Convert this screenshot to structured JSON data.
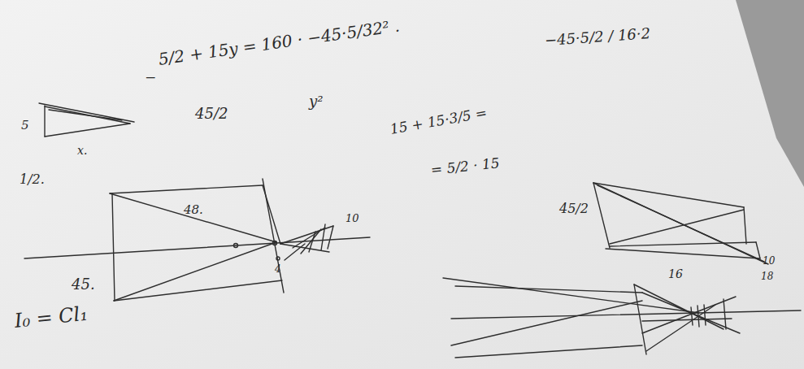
{
  "diagram": {
    "labels": [
      "−",
      "5/2 + 15y = 160 · −45·5/32² .",
      "−45·5/2 / 16·2",
      "45/2",
      "y²",
      "15 + 15·3/5 =",
      "= 5/2 · 15",
      "5",
      "x.",
      "1/2.",
      "48.",
      "45.",
      "10",
      "4",
      "I₀ = Cl₁",
      "45/2",
      "10",
      "18",
      "16"
    ]
  }
}
